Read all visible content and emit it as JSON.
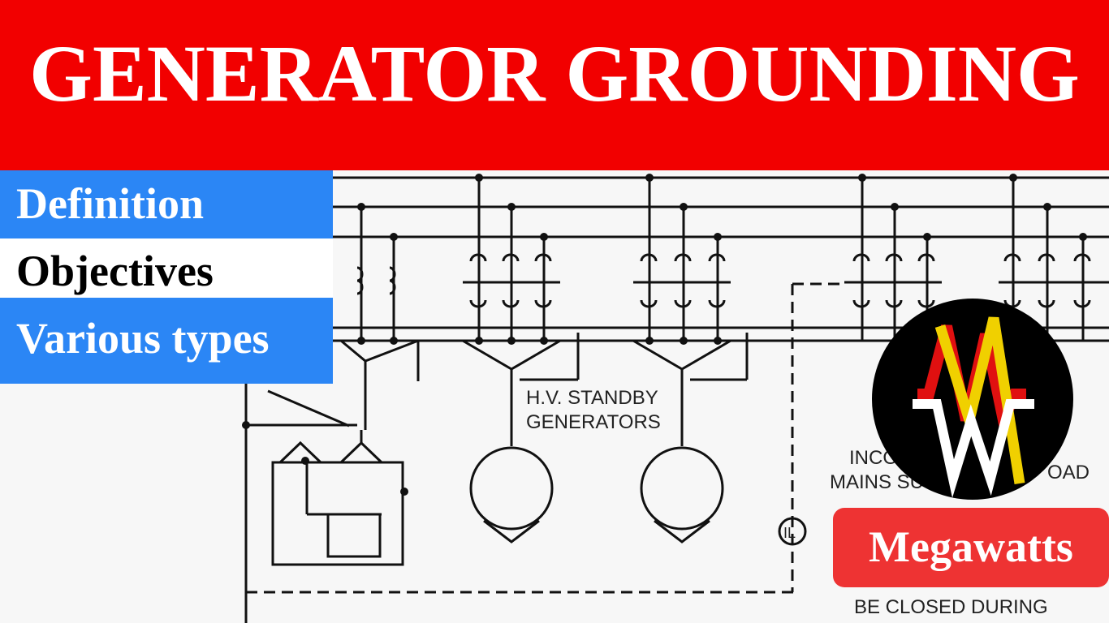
{
  "banner": {
    "title": "GENERATOR GROUNDING",
    "background": "#f20000"
  },
  "menu": {
    "items": [
      {
        "label": "Definition",
        "background": "#2b86f5",
        "color": "#ffffff"
      },
      {
        "label": "Objectives",
        "background": "#ffffff",
        "color": "#000000"
      },
      {
        "label": "Various types",
        "background": "#2b86f5",
        "color": "#ffffff"
      }
    ]
  },
  "diagram": {
    "labels": {
      "standby_line1": "H.V. STANDBY",
      "standby_line2": "GENERATORS",
      "incoming_line1": "INCO",
      "incoming_line2": "MAINS SU",
      "load_fragment": "OAD",
      "closed_during": "BE CLOSED DURING",
      "meter_symbol": "IL"
    }
  },
  "brand": {
    "name": "Megawatts",
    "logo_icon": "megawatts-logo-icon",
    "colors": {
      "red": "#e01010",
      "yellow": "#f0d000",
      "white": "#ffffff",
      "black": "#000000"
    }
  }
}
